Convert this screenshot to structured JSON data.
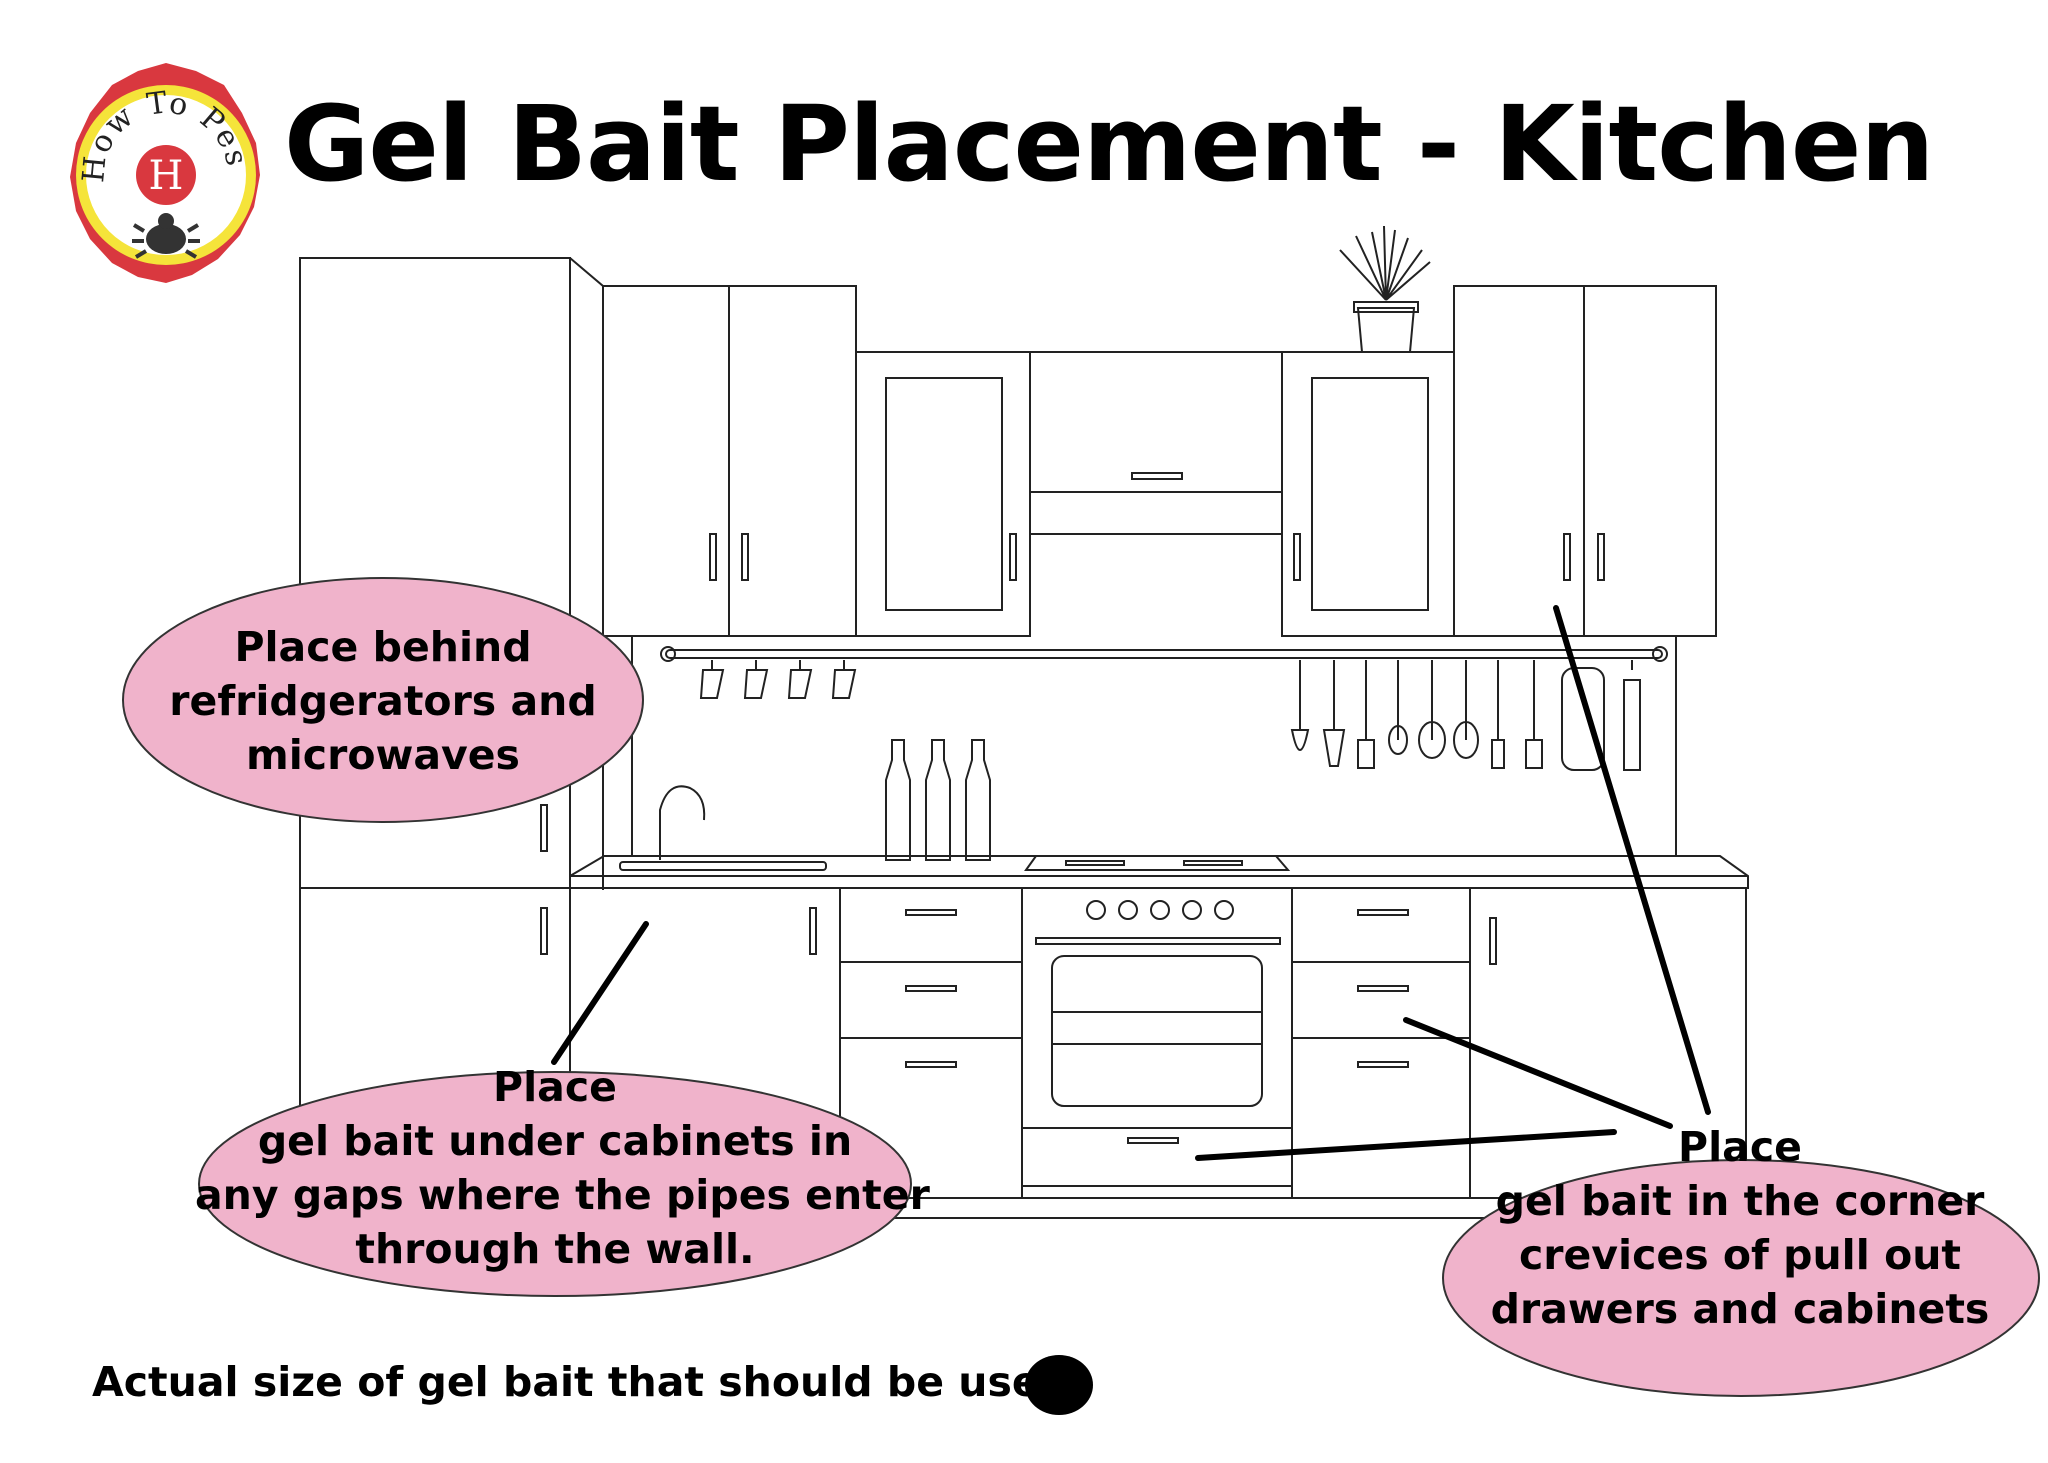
{
  "logo": {
    "ring_text": "How To Pest",
    "center_letter": "H",
    "colors": {
      "outer": "#d9383f",
      "ring": "#f5e43a",
      "inner": "#ffffff",
      "badge": "#d9383f",
      "bug": "#333333"
    }
  },
  "title": "Gel Bait Placement - Kitchen",
  "callouts": {
    "refrigerators": {
      "lines": [
        "Place behind",
        "refridgerators and",
        "microwaves"
      ]
    },
    "pipes": {
      "lines": [
        "Place",
        "gel bait under cabinets in",
        "any gaps where the pipes enter",
        "through the wall."
      ]
    },
    "drawers": {
      "lines": [
        "Place",
        "gel bait in the corner",
        "crevices of pull out",
        "drawers and cabinets"
      ]
    }
  },
  "footer": {
    "label": "Actual size of gel bait that should be used:"
  },
  "colors": {
    "bubble": "#f0b3cb",
    "line": "#000000",
    "drawing": "#222222"
  }
}
